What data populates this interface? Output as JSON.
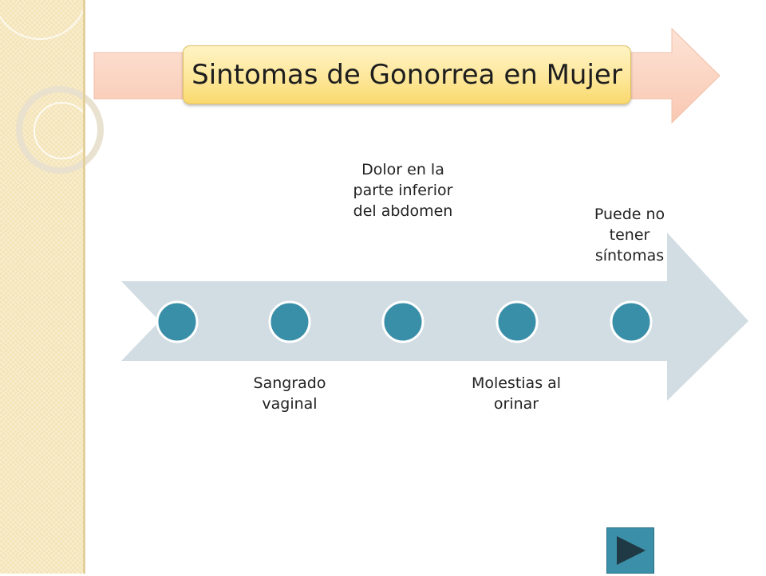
{
  "title": "Sintomas de Gonorrea en Mujer",
  "steps": [
    {
      "label": "Sangrado vaginal"
    },
    {
      "label": "Dolor en la parte inferior del abdomen"
    },
    {
      "label": "Molestias al orinar"
    },
    {
      "label": "Puede no tener síntomas"
    }
  ],
  "colors": {
    "banner_arrow": "#fbd3c2",
    "title_fill": "#fde79a",
    "timeline_arrow": "#d2dde3",
    "step_dot": "#3a8fa8",
    "nav_button": "#3b8fa8",
    "sidebar": "#f4e4b8"
  },
  "icons": {
    "nav": "play-arrow-icon"
  }
}
